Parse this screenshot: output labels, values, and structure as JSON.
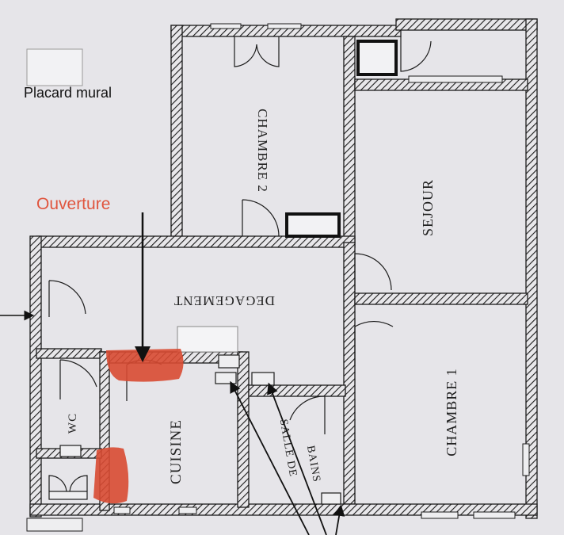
{
  "legend": {
    "label": "Placard mural"
  },
  "annotation": {
    "label": "Ouverture"
  },
  "rooms": {
    "chambre2": "CHAMBRE 2",
    "sejour": "SEJOUR",
    "degagement": "DEGAGEMENT",
    "chambre1": "CHAMBRE 1",
    "cuisine": "CUISINE",
    "wc": "WC",
    "sdb_line1": "SALLE DE",
    "sdb_line2": "BAINS"
  },
  "colors": {
    "paper": "#e6e5e9",
    "wall": "#1c1c1c",
    "highlight": "#d84a32",
    "annotation_text": "#e0553e",
    "cupboard_fill": "#f2f2f4"
  }
}
